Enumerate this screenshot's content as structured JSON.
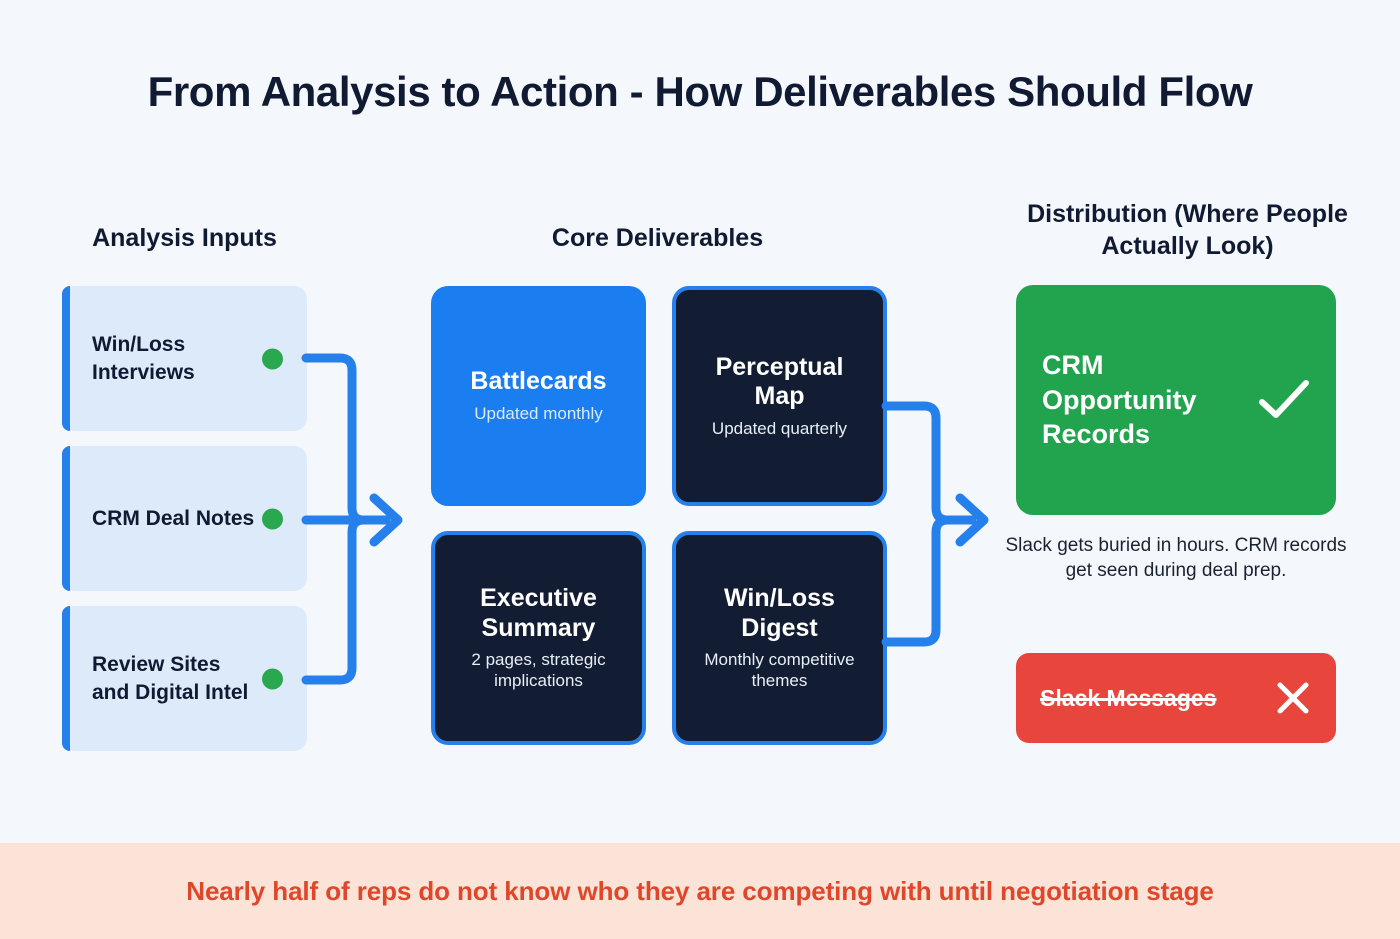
{
  "page": {
    "title": "From Analysis to Action - How Deliverables Should Flow",
    "background_color": "#f4f7fb"
  },
  "columns": {
    "inputs": {
      "header": "Analysis Inputs",
      "accent_color": "#2680eb",
      "card_color": "#dceafa",
      "dot_color": "#2aa84f",
      "items": [
        {
          "label": "Win/Loss Interviews",
          "status_icon": "green-dot"
        },
        {
          "label": "CRM Deal Notes",
          "status_icon": "green-dot"
        },
        {
          "label": "Review Sites and Digital Intel",
          "status_icon": "green-dot"
        }
      ]
    },
    "deliverables": {
      "header": "Core Deliverables",
      "filled_color": "#1a7ef0",
      "dark_color": "#121c32",
      "border_color": "#2680eb",
      "items": [
        {
          "title": "Battlecards",
          "subtitle": "Updated monthly",
          "style": "filled"
        },
        {
          "title": "Perceptual Map",
          "subtitle": "Updated quarterly",
          "style": "dark"
        },
        {
          "title": "Executive Summary",
          "subtitle": "2 pages, strategic implications",
          "style": "dark"
        },
        {
          "title": "Win/Loss Digest",
          "subtitle": "Monthly competitive themes",
          "style": "dark"
        }
      ]
    },
    "distribution": {
      "header": "Distribution (Where People Actually Look)",
      "recommended": {
        "label": "CRM Opportunity Records",
        "icon": "check-icon",
        "color": "#22a34e"
      },
      "note": "Slack gets buried in hours. CRM records get seen during deal prep.",
      "rejected": {
        "label": "Slack Messages",
        "icon": "x-icon",
        "color": "#e8453c",
        "struck_through": true
      }
    }
  },
  "connectors": {
    "color": "#2680eb",
    "left": {
      "icon": "arrow-right-icon",
      "merges": 3
    },
    "right": {
      "icon": "arrow-right-icon",
      "merges": 2
    }
  },
  "footer": {
    "text": "Nearly half of reps do not know who they are competing with until negotiation stage",
    "background_color": "#fbe3d8",
    "text_color": "#e0462a"
  }
}
